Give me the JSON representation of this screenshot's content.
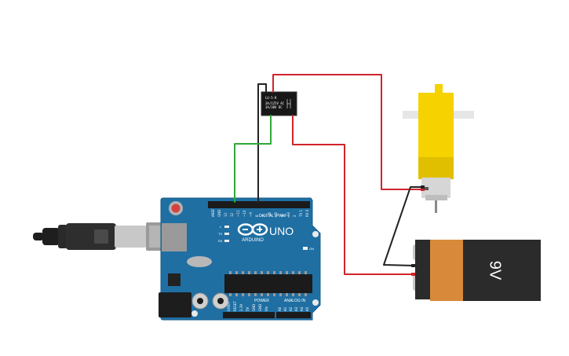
{
  "arduino": {
    "brand": "ARDUINO",
    "model": "UNO",
    "digital_label": "DIGITAL (PWM~)",
    "power_label": "POWER",
    "analog_label": "ANALOG IN",
    "on_label": "ON",
    "led_labels": [
      "L",
      "TX",
      "RX"
    ],
    "top_pin_labels": [
      "AREF",
      "GND",
      "13",
      "12",
      "~11",
      "~10",
      "~9",
      "8",
      "7",
      "~6",
      "~5",
      "4",
      "~3",
      "2",
      "TX 1",
      "RX 0"
    ],
    "power_pin_labels": [
      "IOREF",
      "RESET",
      "3.3V",
      "5V",
      "GND",
      "GND",
      "Vin"
    ],
    "analog_pin_labels": [
      "A0",
      "A1",
      "A2",
      "A3",
      "A4",
      "A5"
    ]
  },
  "relay": {
    "model": "LU-5-R",
    "line1": "3A/125V AC",
    "line2": "3A/30V DC"
  },
  "battery": {
    "label": "9V"
  },
  "colors": {
    "board": "#1f6fa3",
    "wire_red": "#d0242b",
    "wire_black": "#222222",
    "wire_green": "#2fa83a",
    "motor_yellow": "#f5d200",
    "battery_orange": "#d8893a",
    "battery_black": "#2b2b2b"
  }
}
